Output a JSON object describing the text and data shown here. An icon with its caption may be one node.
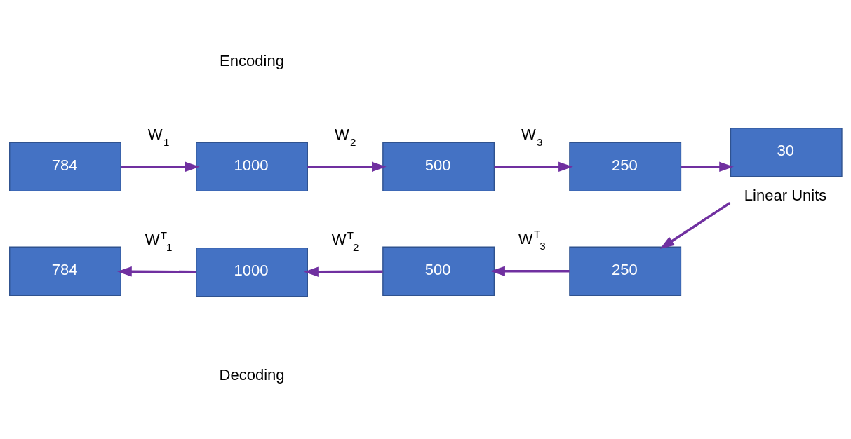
{
  "diagram": {
    "nodes": [
      {
        "text": [
          "784"
        ]
      },
      {
        "text": [
          "1000"
        ]
      },
      {
        "text": [
          "500"
        ]
      },
      {
        "text": [
          "250"
        ]
      },
      {
        "text": [
          "30"
        ],
        "beside": [
          "Linear Units"
        ]
      },
      {
        "text": [
          "784"
        ]
      },
      {
        "text": [
          "1000"
        ]
      },
      {
        "text": [
          "500"
        ]
      },
      {
        "text": [
          "250"
        ]
      }
    ],
    "edges": [
      {
        "from": 0,
        "to": 1,
        "arrow": "to",
        "label": "W$_{1}$"
      },
      {
        "from": 1,
        "to": 2,
        "arrow": "to",
        "label": "W$_{2}$"
      },
      {
        "from": 2,
        "to": 3,
        "arrow": "to",
        "label": "W$_{3}$"
      },
      {
        "from": 3,
        "to": 4,
        "arrow": "to"
      },
      {
        "from": 4,
        "to": 8,
        "arrow": "to"
      },
      {
        "from": 8,
        "to": 7,
        "arrow": "to",
        "label": "W$^{T}$$_{3}$"
      },
      {
        "from": 7,
        "to": 6,
        "arrow": "to",
        "label": "W$^{T}$$_{2}$"
      },
      {
        "from": 6,
        "to": 5,
        "arrow": "to",
        "label": "W$^{T}$$_{1}$"
      }
    ],
    "labels": [
      "Encoding",
      "Decoding"
    ]
  }
}
